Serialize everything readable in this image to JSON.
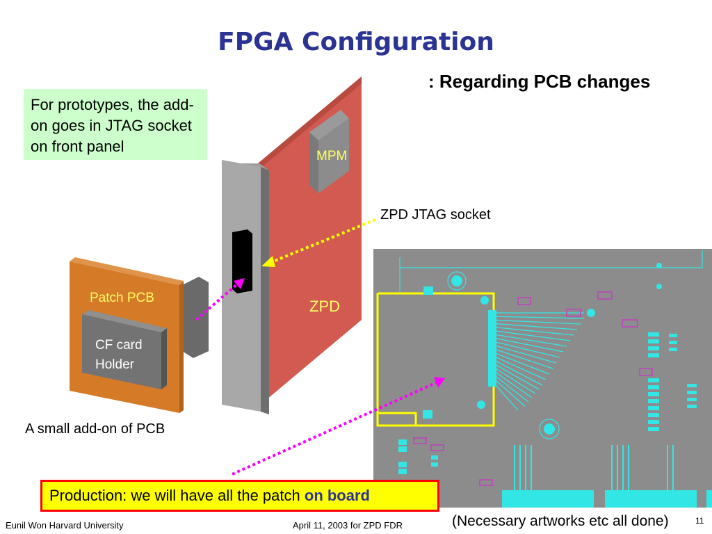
{
  "title": "FPGA Configuration",
  "subtitle": ": Regarding PCB changes",
  "note": "For prototypes, the add-on goes in JTAG socket on front panel",
  "labels": {
    "mpm": "MPM",
    "zpd": "ZPD",
    "patch_pcb": "Patch PCB",
    "cf_card_holder_line1": "CF card",
    "cf_card_holder_line2": "Holder",
    "zpd_jtag_socket": "ZPD JTAG socket",
    "small_addon": "A small add-on of PCB"
  },
  "production": {
    "text": "Production: we will have all the patch ",
    "emphasis": "on board"
  },
  "artworks_note": "(Necessary artworks etc all done)",
  "footer": {
    "left": "Eunil Won  Harvard University",
    "center": "April 11, 2003 for ZPD FDR",
    "page_number": "11"
  },
  "colors": {
    "title": "#2b3393",
    "note_bg": "#ccffcc",
    "board_red": "#d25a50",
    "patch_orange": "#d57a27",
    "pcb_gray": "#8c8c8c",
    "trace_cyan": "#33e6e6",
    "arrow_yellow": "#ffff00",
    "arrow_magenta": "#ff00ff",
    "production_bg": "#ffff00",
    "production_border": "#ff0000"
  }
}
